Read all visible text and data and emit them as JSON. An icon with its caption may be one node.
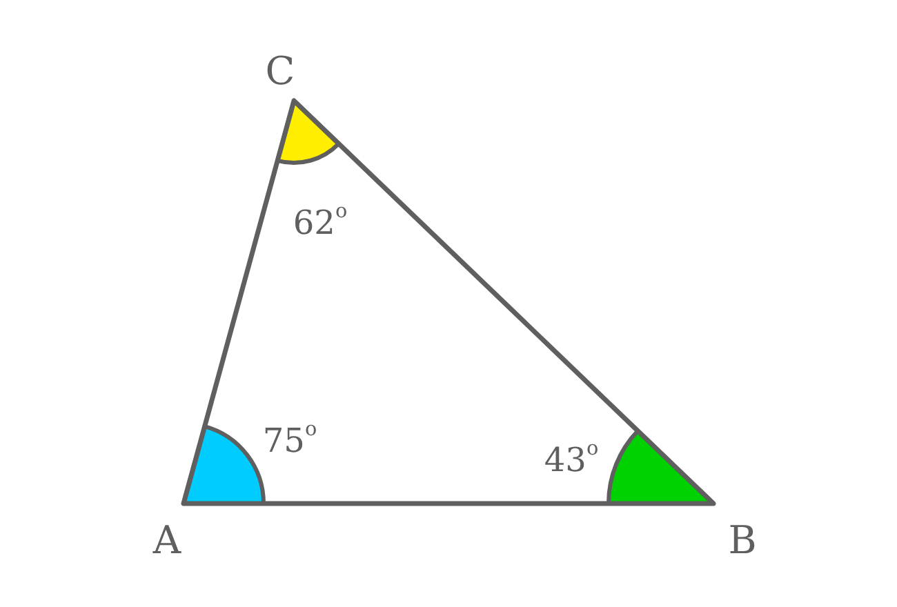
{
  "diagram": {
    "labels": [
      "C",
      "62$^{o}$",
      "75$^{o}$",
      "43$^{o}$",
      "A",
      "B"
    ]
  }
}
